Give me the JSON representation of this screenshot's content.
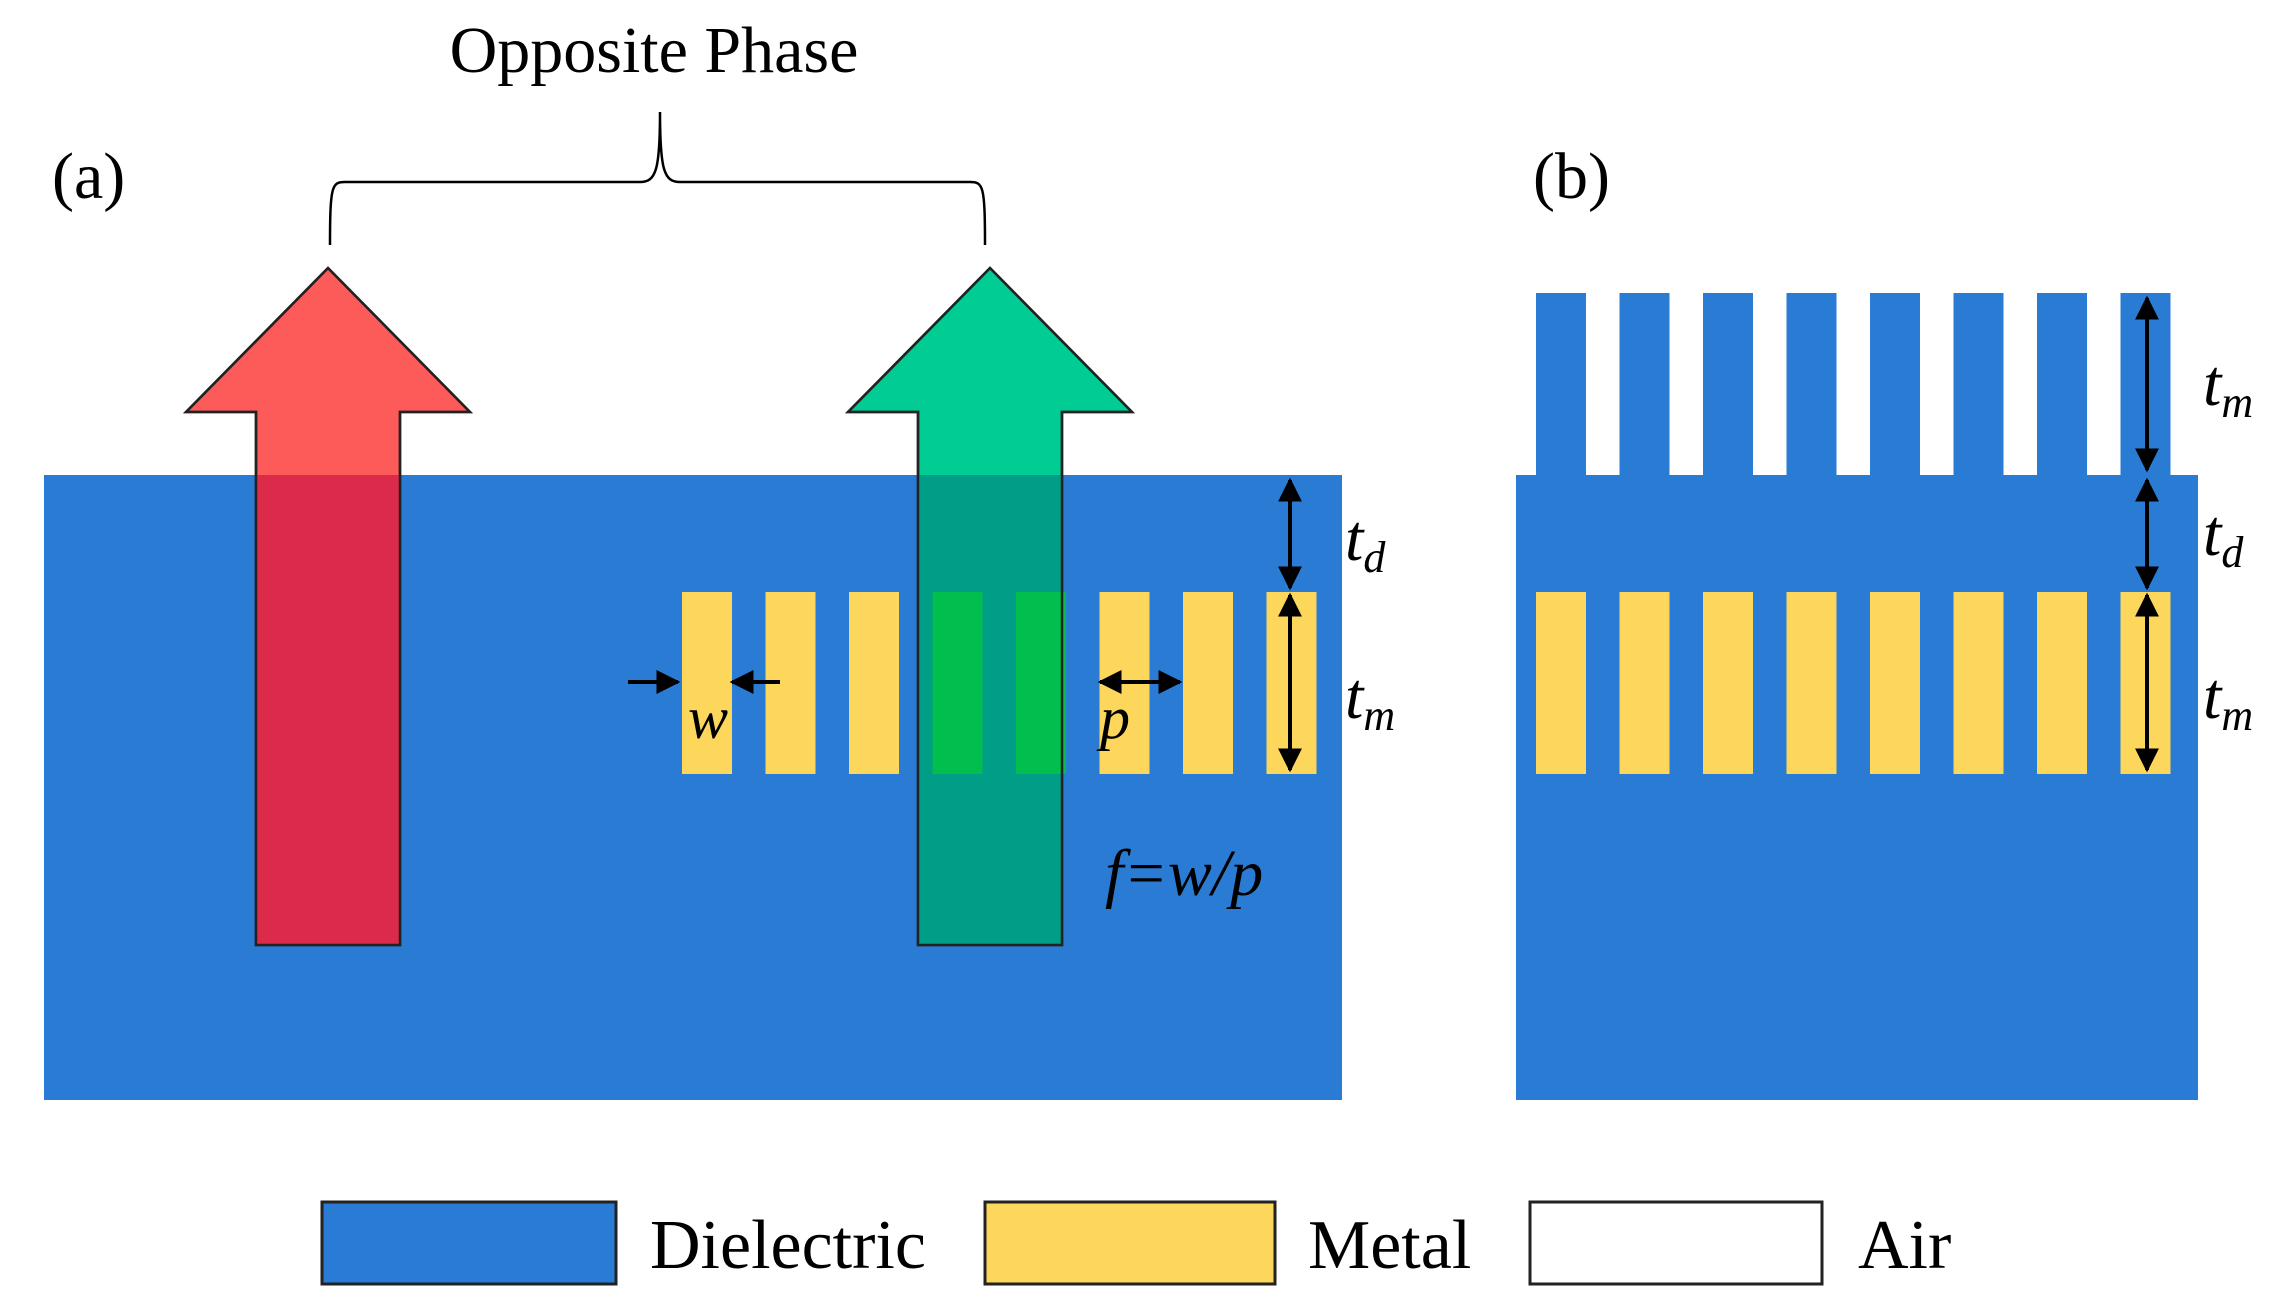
{
  "title": "Opposite Phase",
  "panel_a": {
    "label": "(a)",
    "w_label": "w",
    "p_label": "p",
    "f_label": "f=w/p",
    "td_base": "t",
    "td_sub": "d",
    "tm_base": "t",
    "tm_sub": "m",
    "grating_count": 8
  },
  "panel_b": {
    "label": "(b)",
    "td_base": "t",
    "td_sub": "d",
    "tm_top_base": "t",
    "tm_top_sub": "m",
    "tm_bottom_base": "t",
    "tm_bottom_sub": "m",
    "grating_count": 8
  },
  "legend": {
    "items": [
      {
        "label": "Dielectric",
        "color": "#2a7bd3"
      },
      {
        "label": "Metal",
        "color": "#fdd65c"
      },
      {
        "label": "Air",
        "color": "#ffffff"
      }
    ]
  },
  "colors": {
    "dielectric": "#2a7bd3",
    "metal": "#fdd65c",
    "arrow_red": "#fd5a5a",
    "arrow_red_overlap": "#dc2a4a",
    "arrow_green": "#00cc94",
    "arrow_green_overlap": "#009e86",
    "metal_under_green": "#00bf4f"
  }
}
